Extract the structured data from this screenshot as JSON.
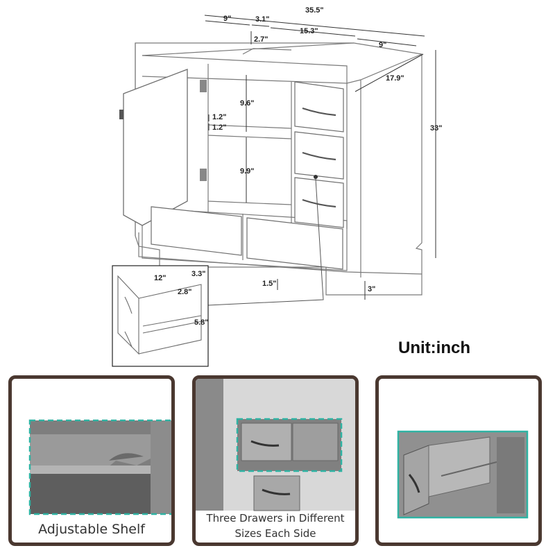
{
  "dimensions": {
    "total_width": "35.5\"",
    "left_section": "9\"",
    "gap_a": "3.1\"",
    "center_width": "15.3\"",
    "right_section": "9\"",
    "top_rail": "2.7\"",
    "depth": "17.9\"",
    "height": "33\"",
    "upper_opening": "9.6\"",
    "shelf_a": "1.2\"",
    "shelf_b": "1.2\"",
    "lower_opening": "9.9\"",
    "toe_gap": "1.5\"",
    "base_height": "3\""
  },
  "inset": {
    "drawer_depth": "12\"",
    "drawer_side": "3.3\"",
    "drawer_front": "2.8\"",
    "drawer_height": "5.8\""
  },
  "unit_label": "Unit:inch",
  "panels": [
    {
      "caption": "Adjustable Shelf"
    },
    {
      "caption_lines": [
        "Three Drawers in Different",
        "Sizes Each Side"
      ]
    },
    {
      "caption": ""
    }
  ],
  "colors": {
    "frame": "#4a3830",
    "highlight": "#2fb3a3",
    "cabinet_gray": "#8f8f8f",
    "line_art": "#6d6d6d"
  }
}
